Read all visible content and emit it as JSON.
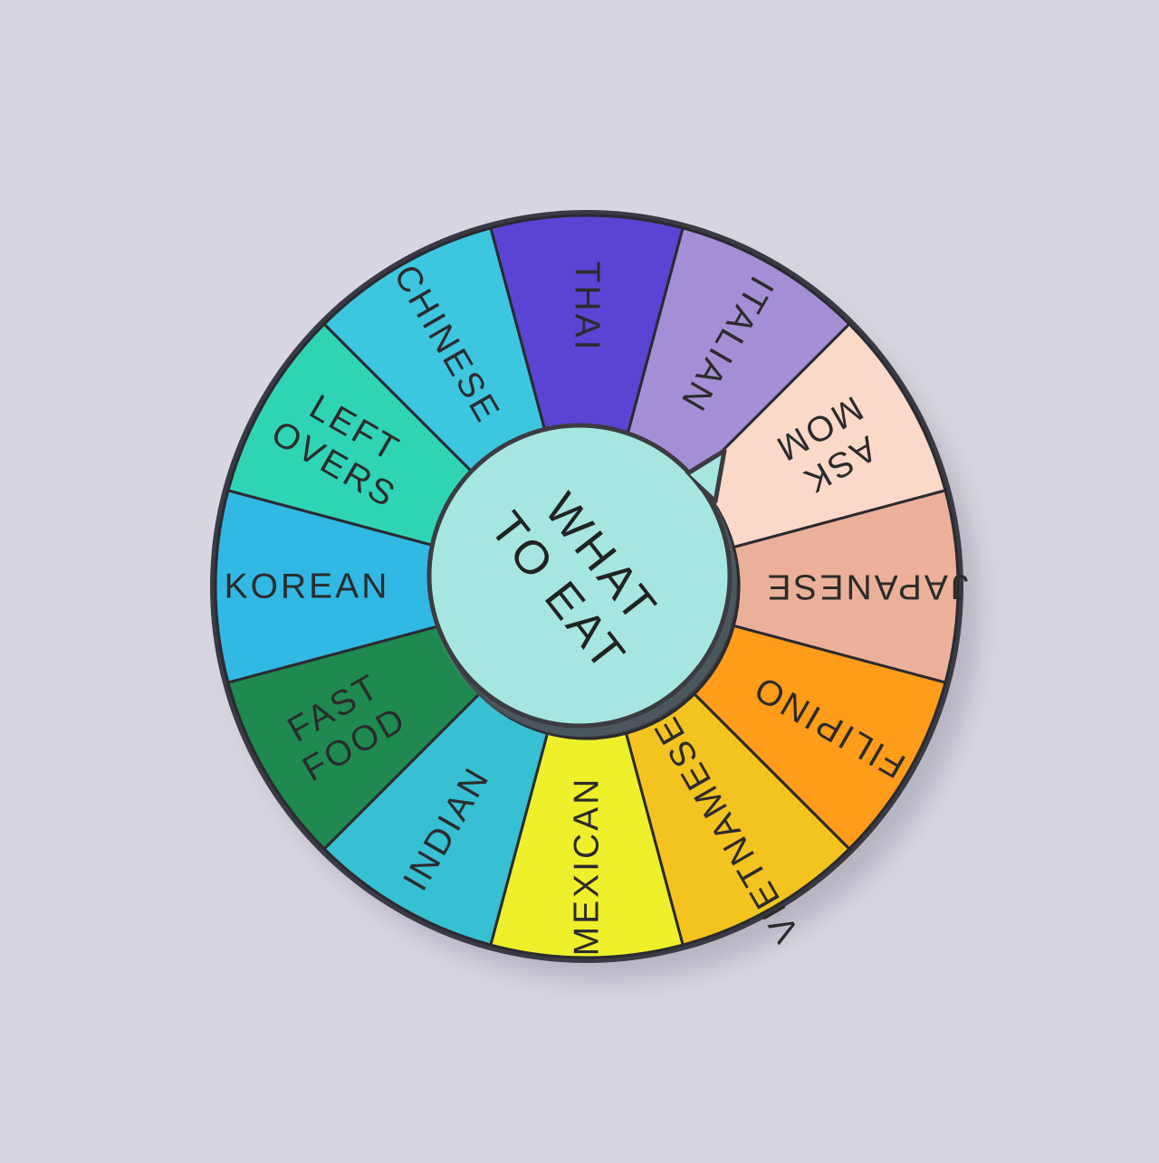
{
  "background": "#d8d6e1",
  "pin": {
    "rim_color": "#3a3a44",
    "divider_color": "#2a2a30",
    "segments": [
      {
        "lines": [
          "THAI"
        ],
        "color": "#5b44d3"
      },
      {
        "lines": [
          "ITALIAN"
        ],
        "color": "#a48fd6"
      },
      {
        "lines": [
          "ASK",
          "MOM"
        ],
        "color": "#fbd9c8"
      },
      {
        "lines": [
          "JAPANESE"
        ],
        "color": "#ecb09a"
      },
      {
        "lines": [
          "FILIPINO"
        ],
        "color": "#ff9c1a"
      },
      {
        "lines": [
          "VIETNAMESE"
        ],
        "color": "#f3c320"
      },
      {
        "lines": [
          "MEXICAN"
        ],
        "color": "#eef02c"
      },
      {
        "lines": [
          "INDIAN"
        ],
        "color": "#37bfd3"
      },
      {
        "lines": [
          "FAST",
          "FOOD"
        ],
        "color": "#1e8a4f"
      },
      {
        "lines": [
          "KOREAN"
        ],
        "color": "#31b8e4"
      },
      {
        "lines": [
          "LEFT",
          "OVERS"
        ],
        "color": "#2fd4b5"
      },
      {
        "lines": [
          "CHINESE"
        ],
        "color": "#3dc6e0"
      }
    ]
  },
  "hub": {
    "lines": [
      "WHAT",
      "TO EAT"
    ],
    "color": "#a6e6e1"
  }
}
